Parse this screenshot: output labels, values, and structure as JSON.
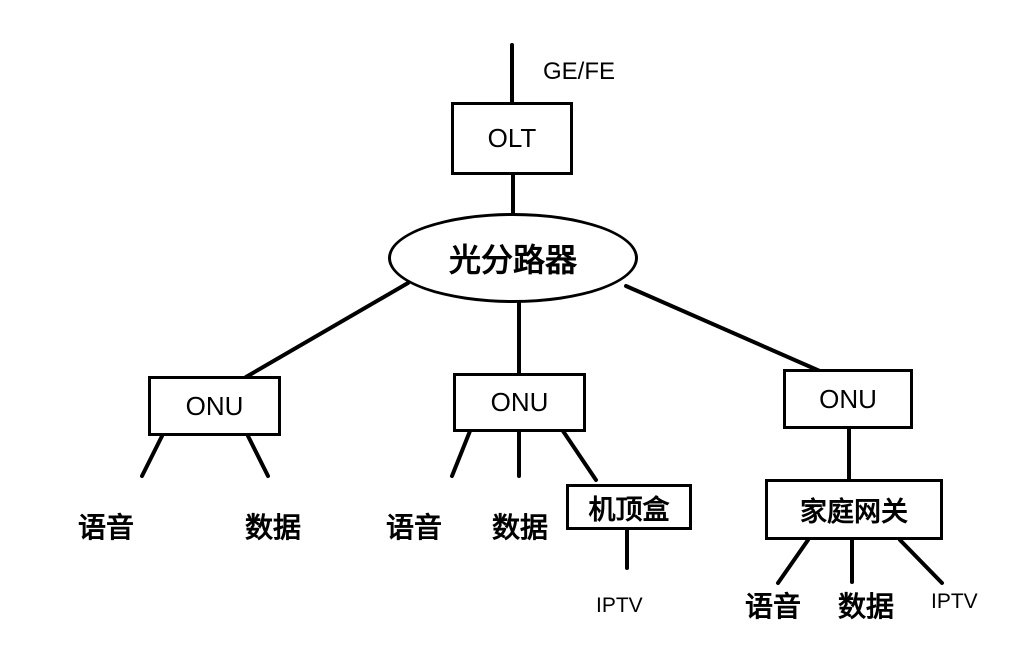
{
  "uplink_label": "GE/FE",
  "olt_label": "OLT",
  "splitter_label": "光分路器",
  "onu_label": "ONU",
  "branches": {
    "left": {
      "voice": "语音",
      "data": "数据"
    },
    "middle": {
      "voice": "语音",
      "data": "数据",
      "stb": "机顶盒",
      "iptv": "IPTV"
    },
    "right": {
      "gateway": "家庭网关",
      "voice": "语音",
      "data": "数据",
      "iptv": "IPTV"
    }
  }
}
